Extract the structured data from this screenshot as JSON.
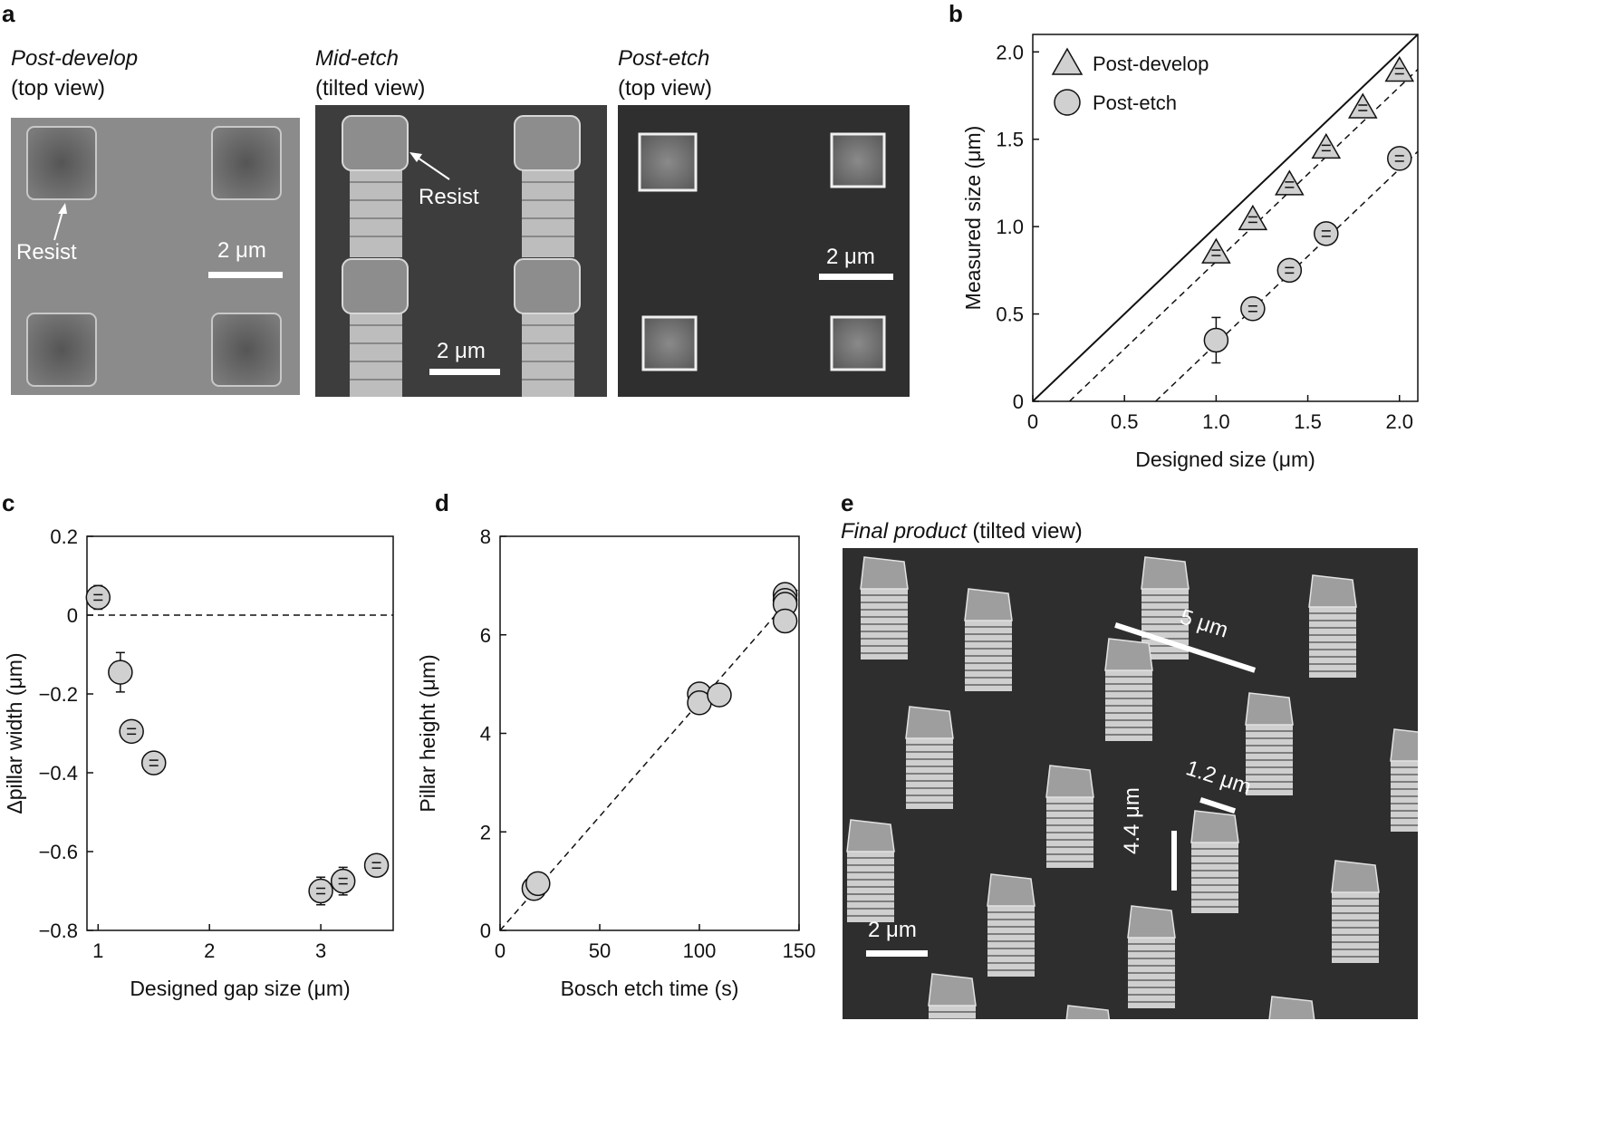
{
  "panels": {
    "a": {
      "label": "a",
      "images": [
        {
          "title": "Post-develop",
          "subtitle": "(top view)",
          "annotation": "Resist",
          "scalebar": "2 μm"
        },
        {
          "title": "Mid-etch",
          "subtitle": "(tilted view)",
          "annotation": "Resist",
          "scalebar": "2 μm"
        },
        {
          "title": "Post-etch",
          "subtitle": "(top view)",
          "scalebar": "2 μm"
        }
      ]
    },
    "b": {
      "label": "b"
    },
    "c": {
      "label": "c"
    },
    "d": {
      "label": "d"
    },
    "e": {
      "label": "e",
      "title": "Final product",
      "subtitle": "(tilted view)",
      "annotations": {
        "pitch": "5 μm",
        "width": "1.2 μm",
        "height": "4.4 μm",
        "scalebar": "2 μm"
      }
    }
  },
  "chart_data": [
    {
      "id": "b",
      "type": "scatter",
      "xlabel": "Designed size (μm)",
      "ylabel": "Measured size (μm)",
      "xlim": [
        0,
        2.1
      ],
      "ylim": [
        0,
        2.1
      ],
      "xticks": [
        "0",
        "0.5",
        "1.0",
        "1.5",
        "2.0"
      ],
      "yticks": [
        "0",
        "0.5",
        "1.0",
        "1.5",
        "2.0"
      ],
      "xtick_values": [
        0,
        0.5,
        1.0,
        1.5,
        2.0
      ],
      "ytick_values": [
        0,
        0.5,
        1.0,
        1.5,
        2.0
      ],
      "legend_position": "top-left",
      "series": [
        {
          "name": "Post-develop",
          "marker": "triangle",
          "x": [
            1.0,
            1.2,
            1.4,
            1.6,
            1.8,
            2.0
          ],
          "y": [
            0.85,
            1.04,
            1.24,
            1.45,
            1.68,
            1.89
          ],
          "err": [
            0.02,
            0.02,
            0.02,
            0.02,
            0.02,
            0.02
          ]
        },
        {
          "name": "Post-etch",
          "marker": "circle",
          "x": [
            1.0,
            1.2,
            1.4,
            1.6,
            2.0
          ],
          "y": [
            0.35,
            0.53,
            0.75,
            0.96,
            1.39
          ],
          "err": [
            0.13,
            0.03,
            0.03,
            0.03,
            0.03
          ]
        }
      ],
      "lines": [
        {
          "style": "solid",
          "x": [
            0,
            2.1
          ],
          "y": [
            0,
            2.1
          ]
        },
        {
          "style": "dashed",
          "x": [
            0.2,
            2.1
          ],
          "y": [
            0,
            1.9
          ]
        },
        {
          "style": "dashed",
          "x": [
            0.67,
            2.1
          ],
          "y": [
            0,
            1.43
          ]
        }
      ]
    },
    {
      "id": "c",
      "type": "scatter",
      "xlabel": "Designed gap size (μm)",
      "ylabel": "Δpillar width (μm)",
      "xlim": [
        0.9,
        3.65
      ],
      "ylim": [
        -0.8,
        0.2
      ],
      "xticks": [
        "1",
        "2",
        "3"
      ],
      "yticks": [
        "0.2",
        "0",
        "−0.2",
        "−0.4",
        "−0.6",
        "−0.8"
      ],
      "xtick_values": [
        1,
        2,
        3
      ],
      "ytick_values": [
        0.2,
        0,
        -0.2,
        -0.4,
        -0.6,
        -0.8
      ],
      "series": [
        {
          "marker": "circle",
          "x": [
            1.0,
            1.2,
            1.3,
            1.5,
            3.0,
            3.2,
            3.5
          ],
          "y": [
            0.045,
            -0.145,
            -0.295,
            -0.375,
            -0.7,
            -0.675,
            -0.635
          ],
          "err": [
            0.03,
            0.05,
            0.01,
            0.01,
            0.035,
            0.035,
            0.015
          ]
        }
      ],
      "lines": [
        {
          "style": "dashed",
          "x": [
            0.9,
            3.65
          ],
          "y": [
            0,
            0
          ]
        }
      ]
    },
    {
      "id": "d",
      "type": "scatter",
      "xlabel": "Bosch etch time (s)",
      "ylabel": "Pillar height (μm)",
      "xlim": [
        0,
        150
      ],
      "ylim": [
        0,
        8
      ],
      "xticks": [
        "0",
        "50",
        "100",
        "150"
      ],
      "yticks": [
        "0",
        "2",
        "4",
        "6",
        "8"
      ],
      "xtick_values": [
        0,
        50,
        100,
        150
      ],
      "ytick_values": [
        0,
        2,
        4,
        6,
        8
      ],
      "series": [
        {
          "marker": "circle",
          "x": [
            17,
            19,
            100,
            100,
            110,
            143,
            143,
            143,
            143
          ],
          "y": [
            0.85,
            0.95,
            4.8,
            4.62,
            4.78,
            6.82,
            6.7,
            6.62,
            6.28
          ]
        }
      ],
      "lines": [
        {
          "style": "dashed",
          "x": [
            0,
            150
          ],
          "y": [
            0,
            6.95
          ]
        }
      ]
    }
  ]
}
